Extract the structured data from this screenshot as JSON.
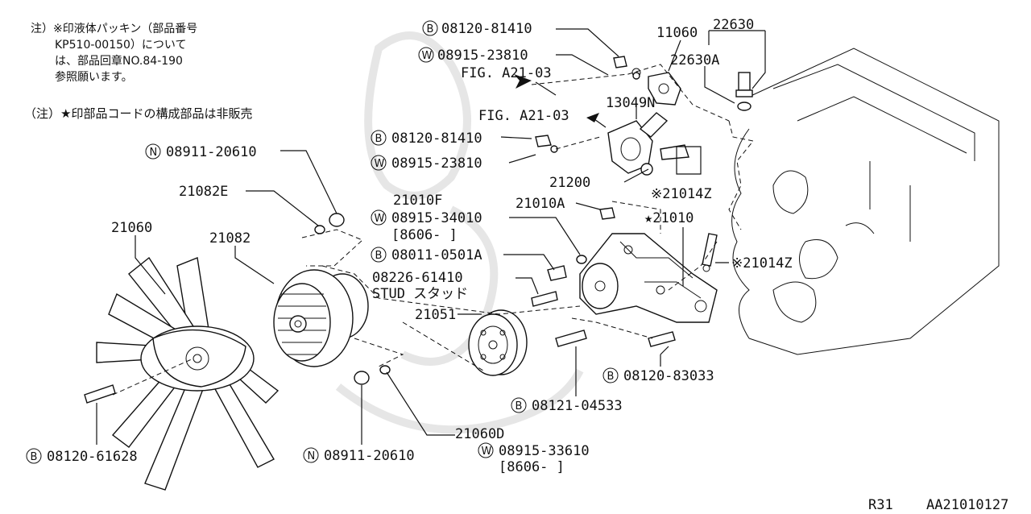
{
  "notes": {
    "note1_line1": "注）※印液体パッキン（部品番号",
    "note1_line2": "KP510-00150）について",
    "note1_line3": "は、部品回章NO.84-190",
    "note1_line4": "参照願います。",
    "note2": "（注）★印部品コードの構成部品は非販売"
  },
  "labels": {
    "b_08120_81410_top": "08120-81410",
    "w_08915_23810_top": "08915-23810",
    "fig_a21_03_top": "FIG. A21-03",
    "p11060": "11060",
    "p22630": "22630",
    "p22630a": "22630A",
    "p13049n": "13049N",
    "fig_a21_03_mid": "FIG. A21-03",
    "b_08120_81410_mid": "08120-81410",
    "w_08915_23810_mid": "08915-23810",
    "p21200": "21200",
    "p21014z_a": "※21014Z",
    "n_08911_20610_top": "08911-20610",
    "p21082e": "21082E",
    "p21010f": "21010F",
    "p21010a": "21010A",
    "w_08915_34010": "08915-34010",
    "bracket_8606_a": "[8606-  ]",
    "p21010": "★21010",
    "p21060": "21060",
    "p21082": "21082",
    "b_08011_0501a": "08011-0501A",
    "p21014z_b": "※21014Z",
    "p08226_61410": "08226-61410",
    "stud": "STUD スタッド",
    "p21051": "21051",
    "b_08120_83033": "08120-83033",
    "b_08121_04533": "08121-04533",
    "p21060d": "21060D",
    "w_08915_33610": "08915-33610",
    "bracket_8606_b": "[8606-  ]",
    "b_08120_61628": "08120-61628",
    "n_08911_20610_bot": "08911-20610",
    "footer_model": "R31",
    "footer_code": "AA21010127"
  },
  "prefix": {
    "B": "B",
    "W": "W",
    "N": "N"
  }
}
